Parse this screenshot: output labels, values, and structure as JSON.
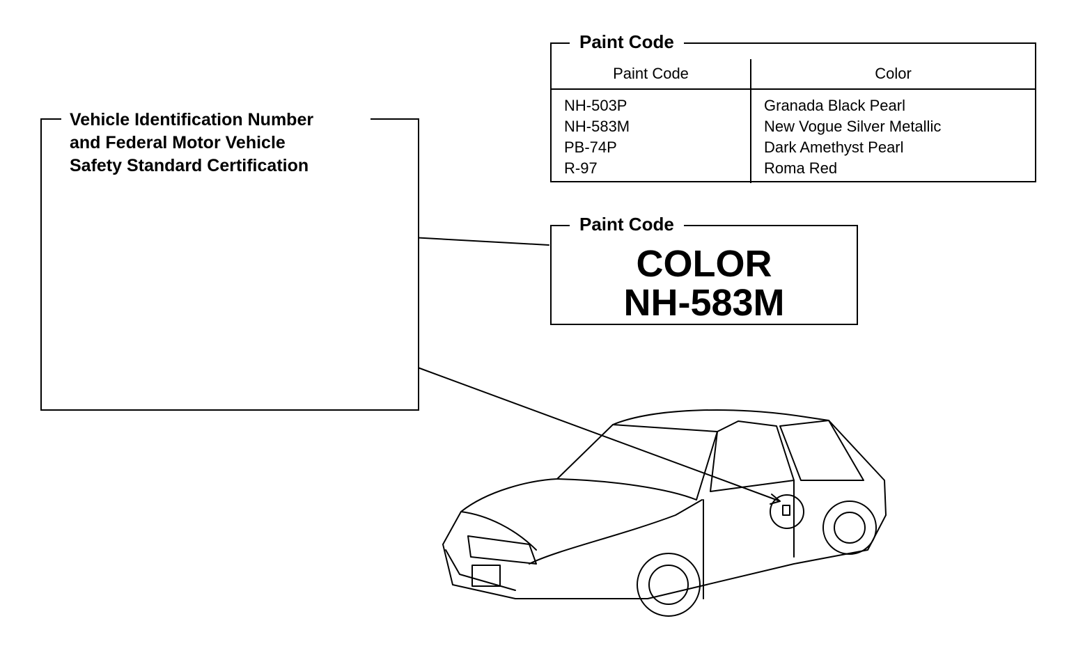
{
  "paint_table": {
    "title": "Paint Code",
    "headers": [
      "Paint Code",
      "Color"
    ],
    "rows": [
      {
        "code": "NH-503P",
        "color": "Granada Black Pearl"
      },
      {
        "code": "NH-583M",
        "color": "New Vogue Silver Metallic"
      },
      {
        "code": "PB-74P",
        "color": "Dark Amethyst Pearl"
      },
      {
        "code": "R-97",
        "color": "Roma Red"
      }
    ]
  },
  "paint_label": {
    "title": "Paint Code",
    "line1": "COLOR",
    "line2": "NH-583M"
  },
  "vin_box": {
    "title_line1": "Vehicle Identification Number",
    "title_line2": "and Federal Motor Vehicle",
    "title_line3": "Safety Standard Certification"
  }
}
